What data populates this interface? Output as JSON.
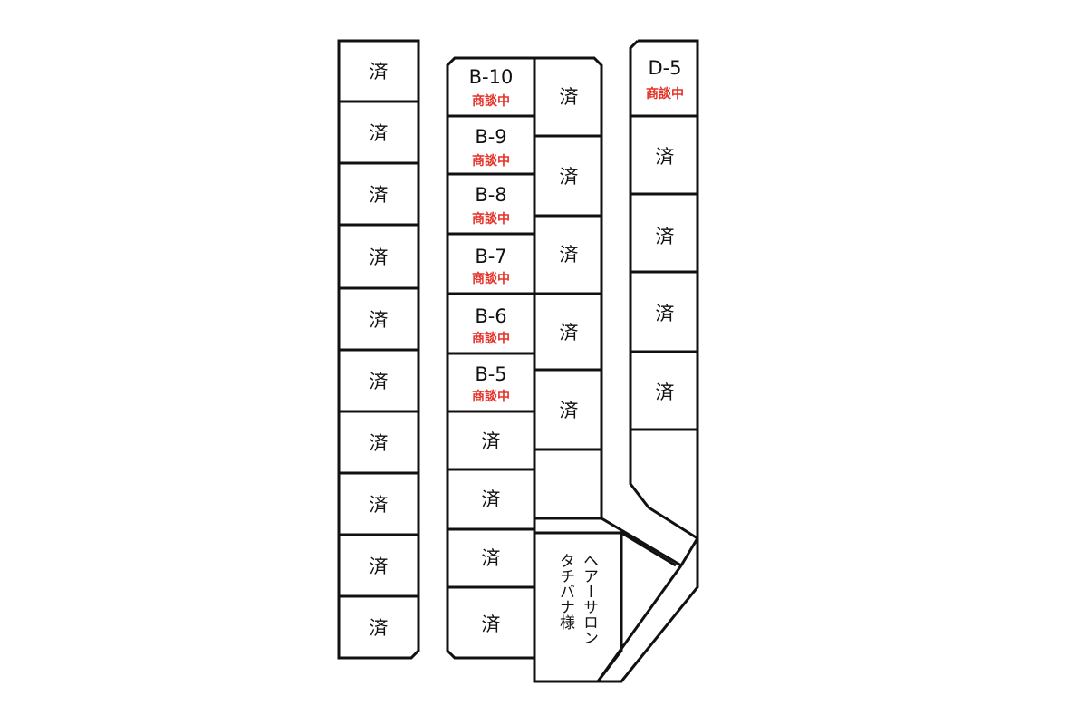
{
  "sold_label": "済",
  "negotiating_label": "商談中",
  "column_a": {
    "lots": [
      "済",
      "済",
      "済",
      "済",
      "済",
      "済",
      "済",
      "済",
      "済",
      "済"
    ]
  },
  "column_b": {
    "lots": [
      {
        "id": "B-10",
        "status": "商談中"
      },
      {
        "id": "B-9",
        "status": "商談中"
      },
      {
        "id": "B-8",
        "status": "商談中"
      },
      {
        "id": "B-7",
        "status": "商談中"
      },
      {
        "id": "B-6",
        "status": "商談中"
      },
      {
        "id": "B-5",
        "status": "商談中"
      },
      {
        "id": "",
        "status": "済"
      },
      {
        "id": "",
        "status": "済"
      },
      {
        "id": "",
        "status": "済"
      },
      {
        "id": "",
        "status": "済"
      }
    ]
  },
  "column_c": {
    "lots": [
      "済",
      "済",
      "済",
      "済",
      "済",
      ""
    ]
  },
  "column_d": {
    "lots": [
      {
        "id": "D-5",
        "status": "商談中"
      },
      {
        "id": "",
        "status": "済"
      },
      {
        "id": "",
        "status": "済"
      },
      {
        "id": "",
        "status": "済"
      },
      {
        "id": "",
        "status": "済"
      },
      {
        "id": "",
        "status": ""
      }
    ]
  },
  "salon": {
    "line1": "ヘアーサロン",
    "line2": "タチバナ様"
  },
  "colors": {
    "line": "#111111",
    "negotiating": "#e5332a",
    "background": "#ffffff"
  }
}
